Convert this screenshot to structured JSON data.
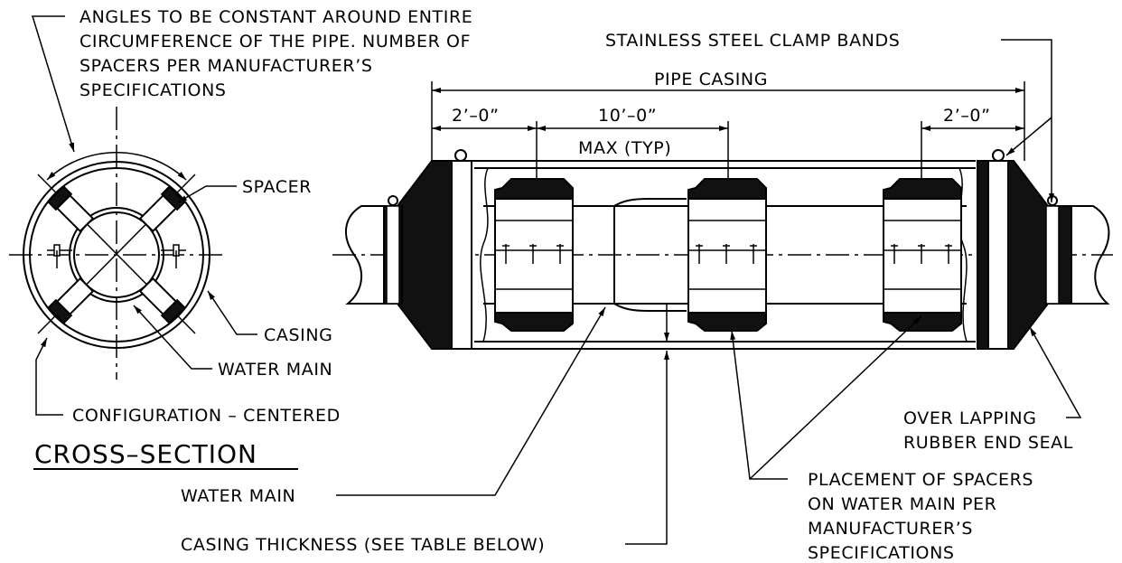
{
  "cross_section": {
    "title": "CROSS–SECTION",
    "angles_note": [
      "ANGLES TO BE CONSTANT AROUND ENTIRE",
      "CIRCUMFERENCE OF THE PIPE. NUMBER OF",
      "SPACERS PER MANUFACTURER’S",
      "SPECIFICATIONS"
    ],
    "spacer_label": "SPACER",
    "casing_label": "CASING",
    "water_main_label": "WATER MAIN",
    "configuration_label": "CONFIGURATION – CENTERED"
  },
  "elevation": {
    "clamp_bands_label": "STAINLESS STEEL CLAMP BANDS",
    "pipe_casing_label": "PIPE CASING",
    "dim_left": "2’–0”",
    "dim_mid": "10’–0”",
    "dim_right": "2’–0”",
    "max_typ": "MAX (TYP)",
    "end_seal_label": [
      "OVER LAPPING",
      "RUBBER END SEAL"
    ],
    "placement_note": [
      "PLACEMENT OF SPACERS",
      "ON WATER MAIN PER",
      "MANUFACTURER’S",
      "SPECIFICATIONS"
    ],
    "water_main_label": "WATER MAIN",
    "casing_thickness_label": "CASING THICKNESS (SEE TABLE BELOW)"
  }
}
